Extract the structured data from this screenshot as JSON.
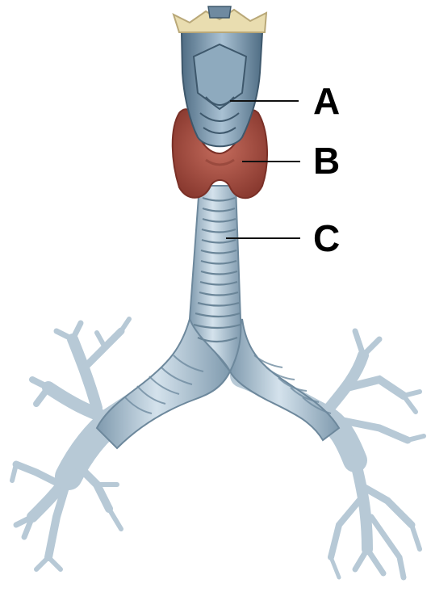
{
  "labels": [
    {
      "id": "A",
      "text": "A"
    },
    {
      "id": "B",
      "text": "B"
    },
    {
      "id": "C",
      "text": "C"
    }
  ],
  "colors": {
    "background": "#ffffff",
    "airway": "#b9ccd9",
    "airway_shade": "#8fa8ba",
    "airway_dark": "#5f7d93",
    "thyroid": "#b5574a",
    "thyroid_dark": "#8a3a30",
    "cartilage_top": "#e9ddb0",
    "leader_line": "#111111"
  }
}
